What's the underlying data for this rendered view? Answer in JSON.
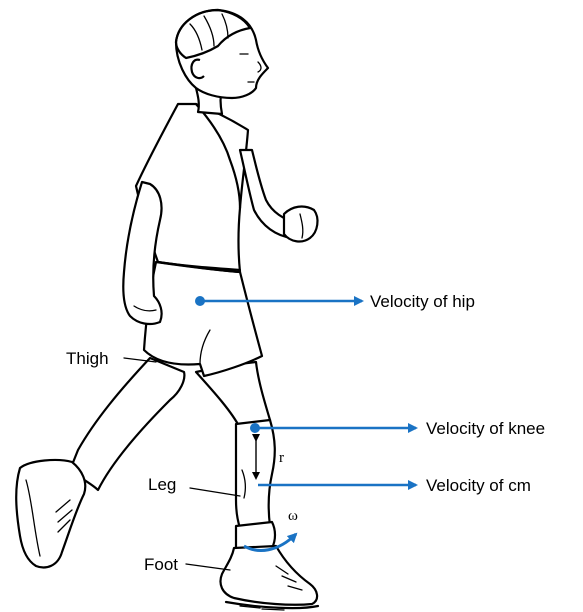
{
  "labels": {
    "hip_velocity": "Velocity of hip",
    "knee_velocity": "Velocity of knee",
    "cm_velocity": "Velocity of cm",
    "thigh": "Thigh",
    "leg": "Leg",
    "foot": "Foot",
    "radius": "r",
    "angular_velocity": "ω"
  },
  "colors": {
    "vector": "#1a73c4",
    "line_art": "#000000"
  }
}
